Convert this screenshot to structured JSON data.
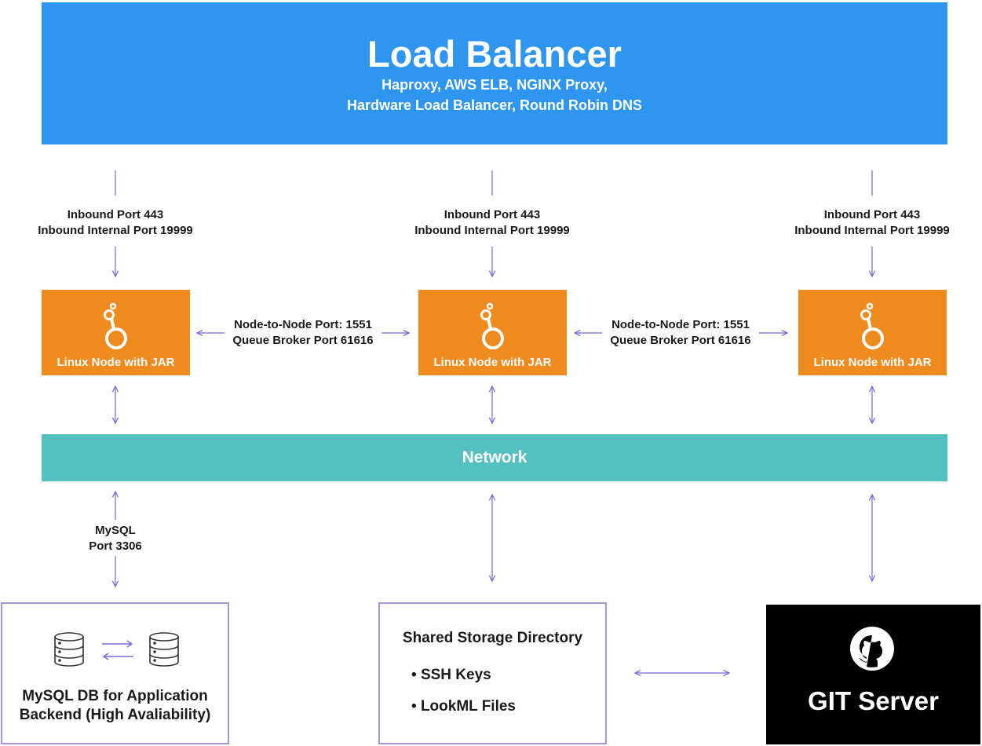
{
  "load_balancer": {
    "title": "Load Balancer",
    "subtitle_line1": "Haproxy, AWS ELB, NGINX Proxy,",
    "subtitle_line2": "Hardware Load Balancer, Round Robin DNS"
  },
  "inbound_ports": [
    {
      "line1": "Inbound Port 443",
      "line2": "Inbound Internal Port 19999"
    },
    {
      "line1": "Inbound Port 443",
      "line2": "Inbound Internal Port 19999"
    },
    {
      "line1": "Inbound Port 443",
      "line2": "Inbound Internal Port 19999"
    }
  ],
  "nodes": [
    {
      "label": "Linux Node with JAR",
      "icon": "looker-icon"
    },
    {
      "label": "Linux Node with JAR",
      "icon": "looker-icon"
    },
    {
      "label": "Linux Node with JAR",
      "icon": "looker-icon"
    }
  ],
  "node_links": [
    {
      "line1": "Node-to-Node Port: 1551",
      "line2": "Queue Broker Port 61616"
    },
    {
      "line1": "Node-to-Node Port: 1551",
      "line2": "Queue Broker Port 61616"
    }
  ],
  "network": {
    "label": "Network"
  },
  "mysql_link": {
    "line1": "MySQL",
    "line2": "Port 3306"
  },
  "mysql_db": {
    "line1": "MySQL DB for Application",
    "line2": "Backend (High Avaliability)",
    "icon": "database-icon"
  },
  "shared_storage": {
    "title": "Shared Storage Directory",
    "items": [
      "SSH Keys",
      "LookML Files"
    ]
  },
  "git_server": {
    "label": "GIT Server",
    "icon": "github-icon"
  },
  "colors": {
    "load_balancer": "#2e96ee",
    "node": "#ef8a1f",
    "network": "#55c0c0",
    "arrow": "#7b68d8",
    "git": "#000000"
  }
}
